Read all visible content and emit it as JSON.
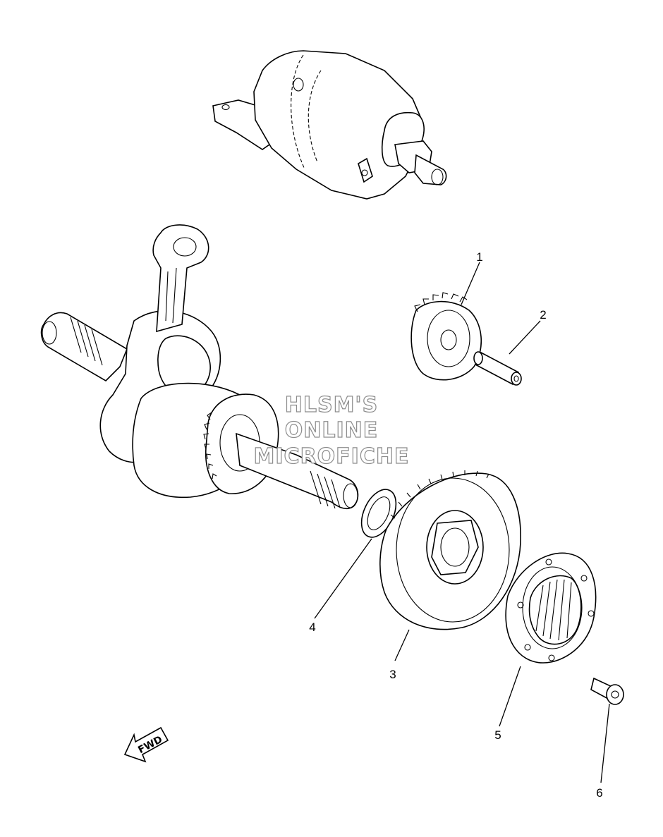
{
  "callouts": [
    {
      "id": "1",
      "label": "1"
    },
    {
      "id": "2",
      "label": "2"
    },
    {
      "id": "3",
      "label": "3"
    },
    {
      "id": "4",
      "label": "4"
    },
    {
      "id": "5",
      "label": "5"
    },
    {
      "id": "6",
      "label": "6"
    }
  ],
  "watermark": {
    "line1": "HLSM'S",
    "line2": "ONLINE",
    "line3": "MICROFICHE"
  },
  "fwd_arrow": {
    "label": "FWD"
  }
}
